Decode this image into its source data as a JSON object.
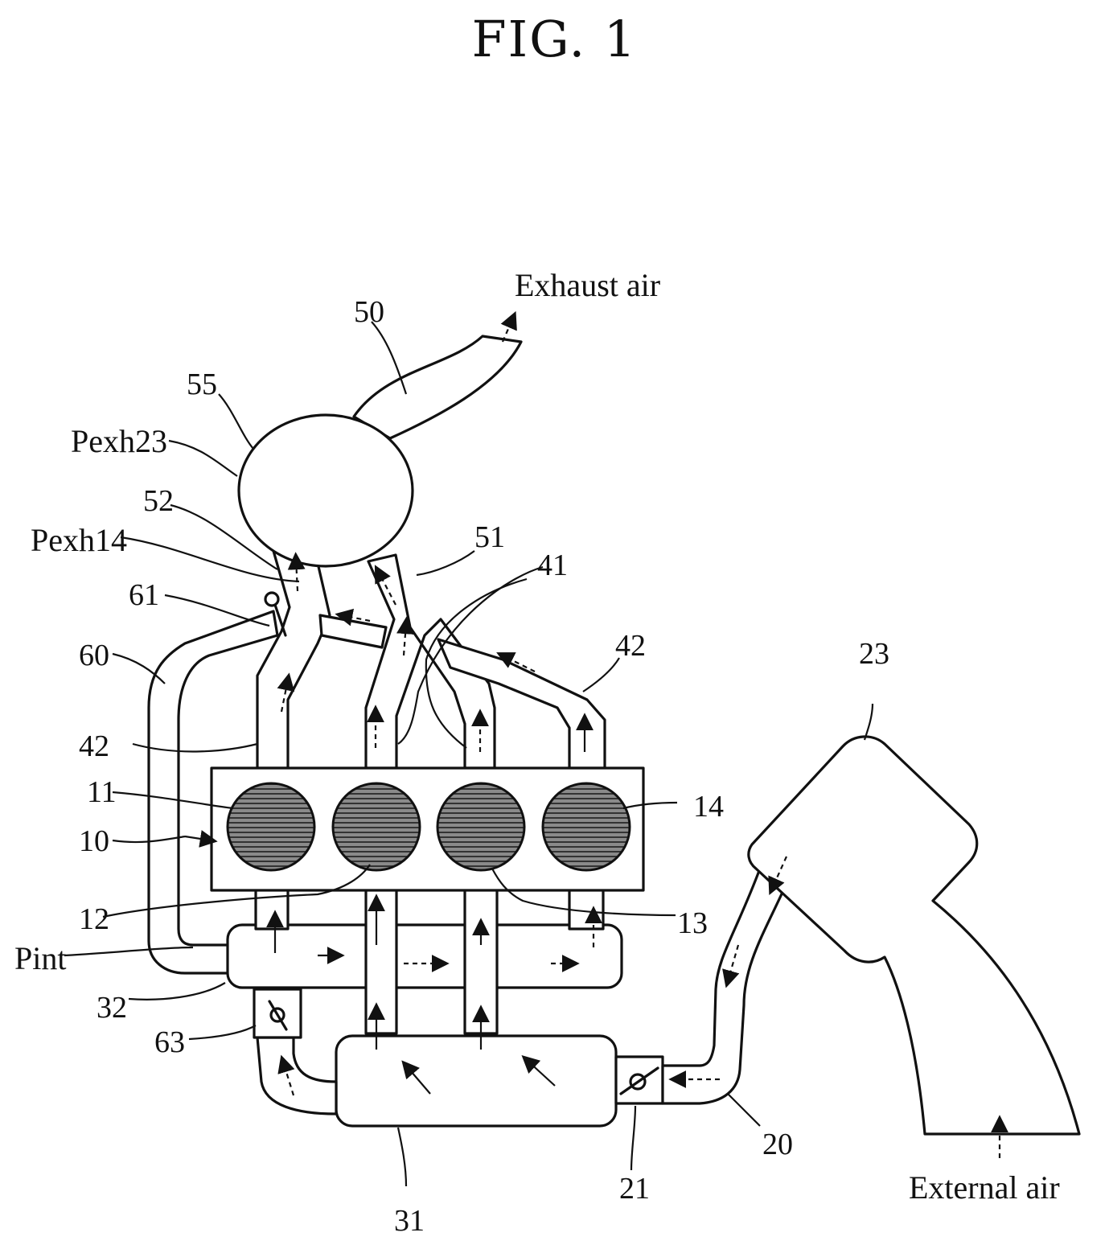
{
  "figure": {
    "title": "FIG. 1",
    "flow_labels": {
      "exhaust_air": "Exhaust air",
      "external_air": "External air"
    },
    "pressure_labels": {
      "pexh23": "Pexh23",
      "pexh14": "Pexh14",
      "pint": "Pint"
    },
    "reference_numerals": {
      "n10": "10",
      "n11": "11",
      "n12": "12",
      "n13": "13",
      "n14": "14",
      "n20": "20",
      "n21": "21",
      "n23": "23",
      "n31": "31",
      "n32": "32",
      "n41": "41",
      "n42a": "42",
      "n42b": "42",
      "n50": "50",
      "n51": "51",
      "n52": "52",
      "n55": "55",
      "n60": "60",
      "n61": "61",
      "n63": "63"
    },
    "colors": {
      "ink": "#111111",
      "cylinder_fill": "#555555",
      "background": "#ffffff"
    }
  }
}
